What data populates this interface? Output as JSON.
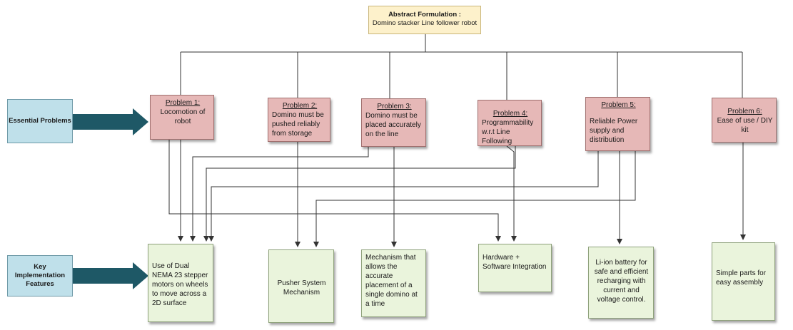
{
  "root": {
    "title": "Abstract Formulation :",
    "subtitle": "Domino stacker Line follower robot"
  },
  "side_labels": {
    "problems": "Essential Problems",
    "features": "Key Implementation Features"
  },
  "problems": [
    {
      "title": "Problem 1:",
      "desc": "Locomotion of robot"
    },
    {
      "title": "Problem 2:",
      "desc": "Domino must be pushed reliably from storage"
    },
    {
      "title": "Problem 3:",
      "desc": "Domino must be placed accurately on the line"
    },
    {
      "title": "Problem 4:",
      "desc": "Programmability w.r.t Line Following"
    },
    {
      "title": "Problem 5:",
      "desc": "Reliable Power supply and distribution"
    },
    {
      "title": "Problem 6:",
      "desc": "Ease of use / DIY kit"
    }
  ],
  "features": [
    {
      "text": "Use of Dual NEMA 23 stepper motors on wheels to move across a 2D surface"
    },
    {
      "text": "Pusher System Mechanism"
    },
    {
      "text": "Mechanism that allows the accurate placement of a single domino at a time"
    },
    {
      "text": "Hardware + Software Integration"
    },
    {
      "text": "Li-ion battery for safe and efficient recharging with current and voltage control."
    },
    {
      "text": "Simple parts for easy assembly"
    }
  ],
  "colors": {
    "root_fill": "#fdf1cb",
    "problem_fill": "#e6b8b7",
    "feature_fill": "#eaf4dc",
    "side_fill": "#bfe0ea",
    "big_arrow": "#1e5866",
    "line": "#333333"
  }
}
